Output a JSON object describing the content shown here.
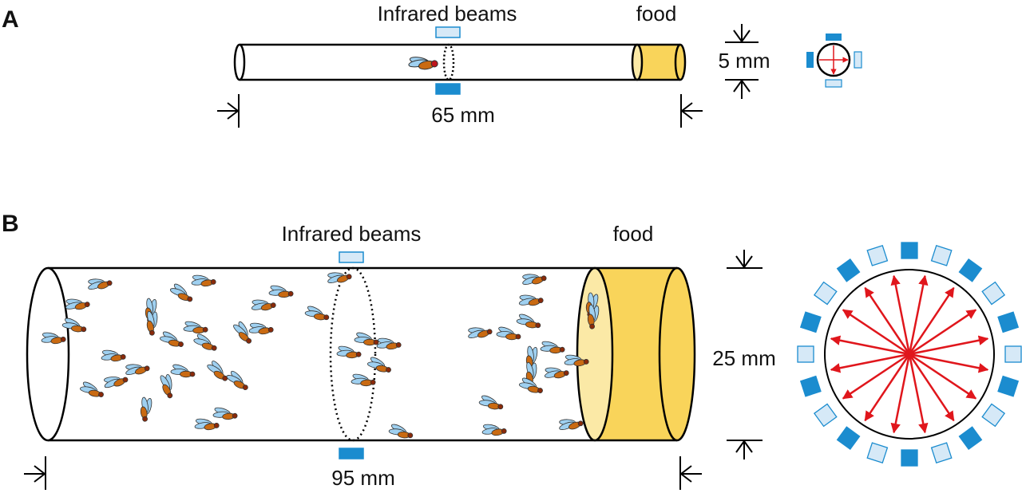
{
  "panels": [
    {
      "letter": "A",
      "beam_label": "Infrared beams",
      "food_label": "food",
      "length_label": "65 mm",
      "diameter_label": "5 mm"
    },
    {
      "letter": "B",
      "beam_label": "Infrared beams",
      "food_label": "food",
      "length_label": "95 mm",
      "diameter_label": "25 mm"
    }
  ],
  "colors": {
    "emitter": "#1b8ccf",
    "detector": "#d6e9f7",
    "food": "#f9d45a",
    "food_end": "#fbe9a6",
    "beam": "#e0161c",
    "fly_body": "#c96a12",
    "fly_wing": "#9fd0f0"
  }
}
